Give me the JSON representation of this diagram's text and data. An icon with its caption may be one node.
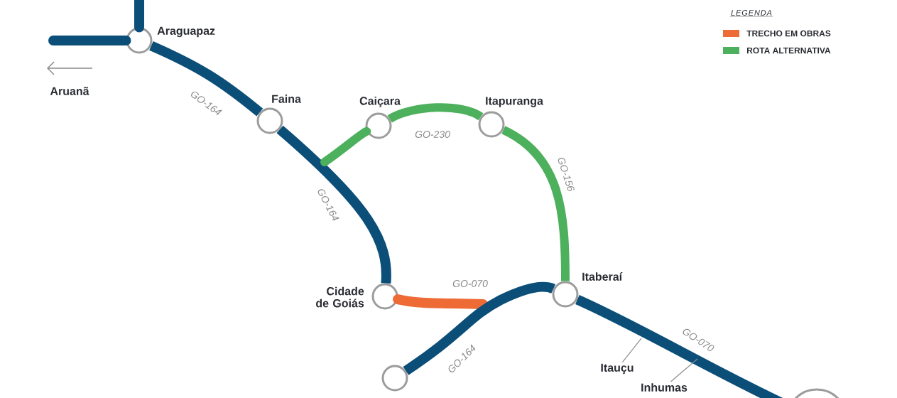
{
  "diagram": {
    "nodes": [
      {
        "text": [
          "Araguapaz"
        ]
      },
      {
        "text": [
          "Faina"
        ]
      },
      {
        "text": [
          "Caiçara"
        ]
      },
      {
        "text": [
          "Itapuranga"
        ]
      },
      {
        "text": [
          "Cidade de Goiás"
        ]
      },
      {
        "text": [
          "Itaberaí"
        ]
      },
      {
        "text": [],
        "shape": "circle"
      },
      {
        "text": [],
        "shape": "circle"
      },
      {
        "text": [
          "Itauçu"
        ]
      },
      {
        "text": [
          "Inhumas"
        ]
      }
    ],
    "edges": [
      {
        "from": 0,
        "to": 1,
        "arrow": "none",
        "label": "GO-164"
      },
      {
        "from": 1,
        "to": 4,
        "arrow": "none",
        "label": "GO-164"
      },
      {
        "from": null,
        "to": 2,
        "arrow": "none",
        "color": "#4cb05c"
      },
      {
        "from": 2,
        "to": 3,
        "arrow": "none",
        "label": "GO-230",
        "color": "#4cb05c"
      },
      {
        "from": 3,
        "to": 5,
        "arrow": "none",
        "label": "GO-156",
        "color": "#4cb05c"
      },
      {
        "from": 4,
        "to": null,
        "arrow": "none",
        "label": "GO-070",
        "color": "#ee6b35"
      },
      {
        "from": 6,
        "to": 5,
        "arrow": "none",
        "label": "GO-164"
      },
      {
        "from": 5,
        "to": 7,
        "arrow": "none",
        "label": "GO-070"
      },
      {
        "from": 0,
        "to": null,
        "arrow": "none"
      },
      {
        "from": 0,
        "to": null,
        "arrow": "none"
      },
      {
        "from": 8,
        "to": null,
        "arrow": "none",
        "color": "#8c8c8c"
      },
      {
        "from": 9,
        "to": null,
        "arrow": "none",
        "color": "#8c8c8c"
      }
    ],
    "labels": [
      "Aruanã",
      "LEGENDA"
    ],
    "legend": [
      {
        "text": "TRECHO EM OBRAS",
        "color": "#ee6b35"
      },
      {
        "text": "ROTA ALTERNATIVA",
        "color": "#4cb05c"
      }
    ]
  }
}
